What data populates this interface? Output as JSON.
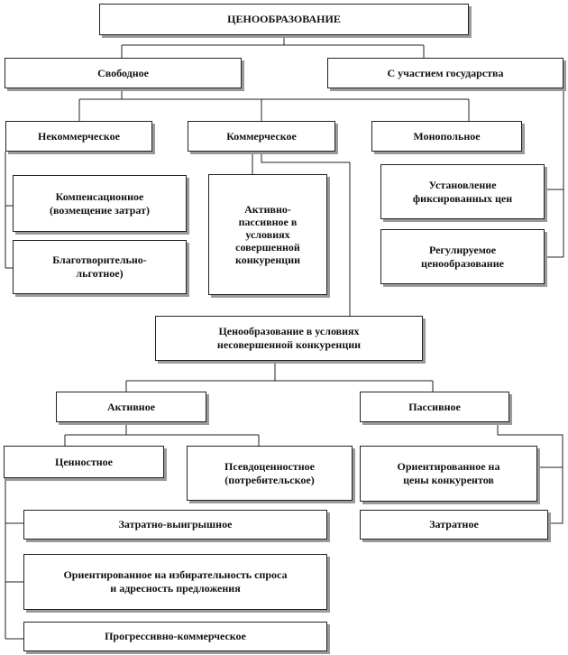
{
  "nodes": {
    "root": "ЦЕНООБРАЗОВАНИЕ",
    "free": "Свободное",
    "state": "С участием государства",
    "noncommercial": "Некоммерческое",
    "commercial": "Коммерческое",
    "monopoly": "Монопольное",
    "compensation": "Компенсационное\n(возмещение затрат)",
    "charity": "Благотворительно-\nльготное)",
    "active_passive": "Активно-\nпассивное в\nусловиях\nсовершенной\nконкуренции",
    "fixed_prices": "Установление\nфиксированных цен",
    "regulated": "Регулируемое\nценообразование",
    "imperfect": "Ценообразование в условиях\nнесовершенной конкуренции",
    "active": "Активное",
    "passive": "Пассивное",
    "value": "Ценностное",
    "pseudo_value": "Псевдоценностное\n(потребительское)",
    "competitor": "Ориентированное на\nцены конкурентов",
    "cost_win": "Затратно-выигрышное",
    "cost": "Затратное",
    "selective": "Ориентированное на избирательность спроса\nи адресность предложения",
    "progressive": "Прогрессивно-коммерческое"
  }
}
